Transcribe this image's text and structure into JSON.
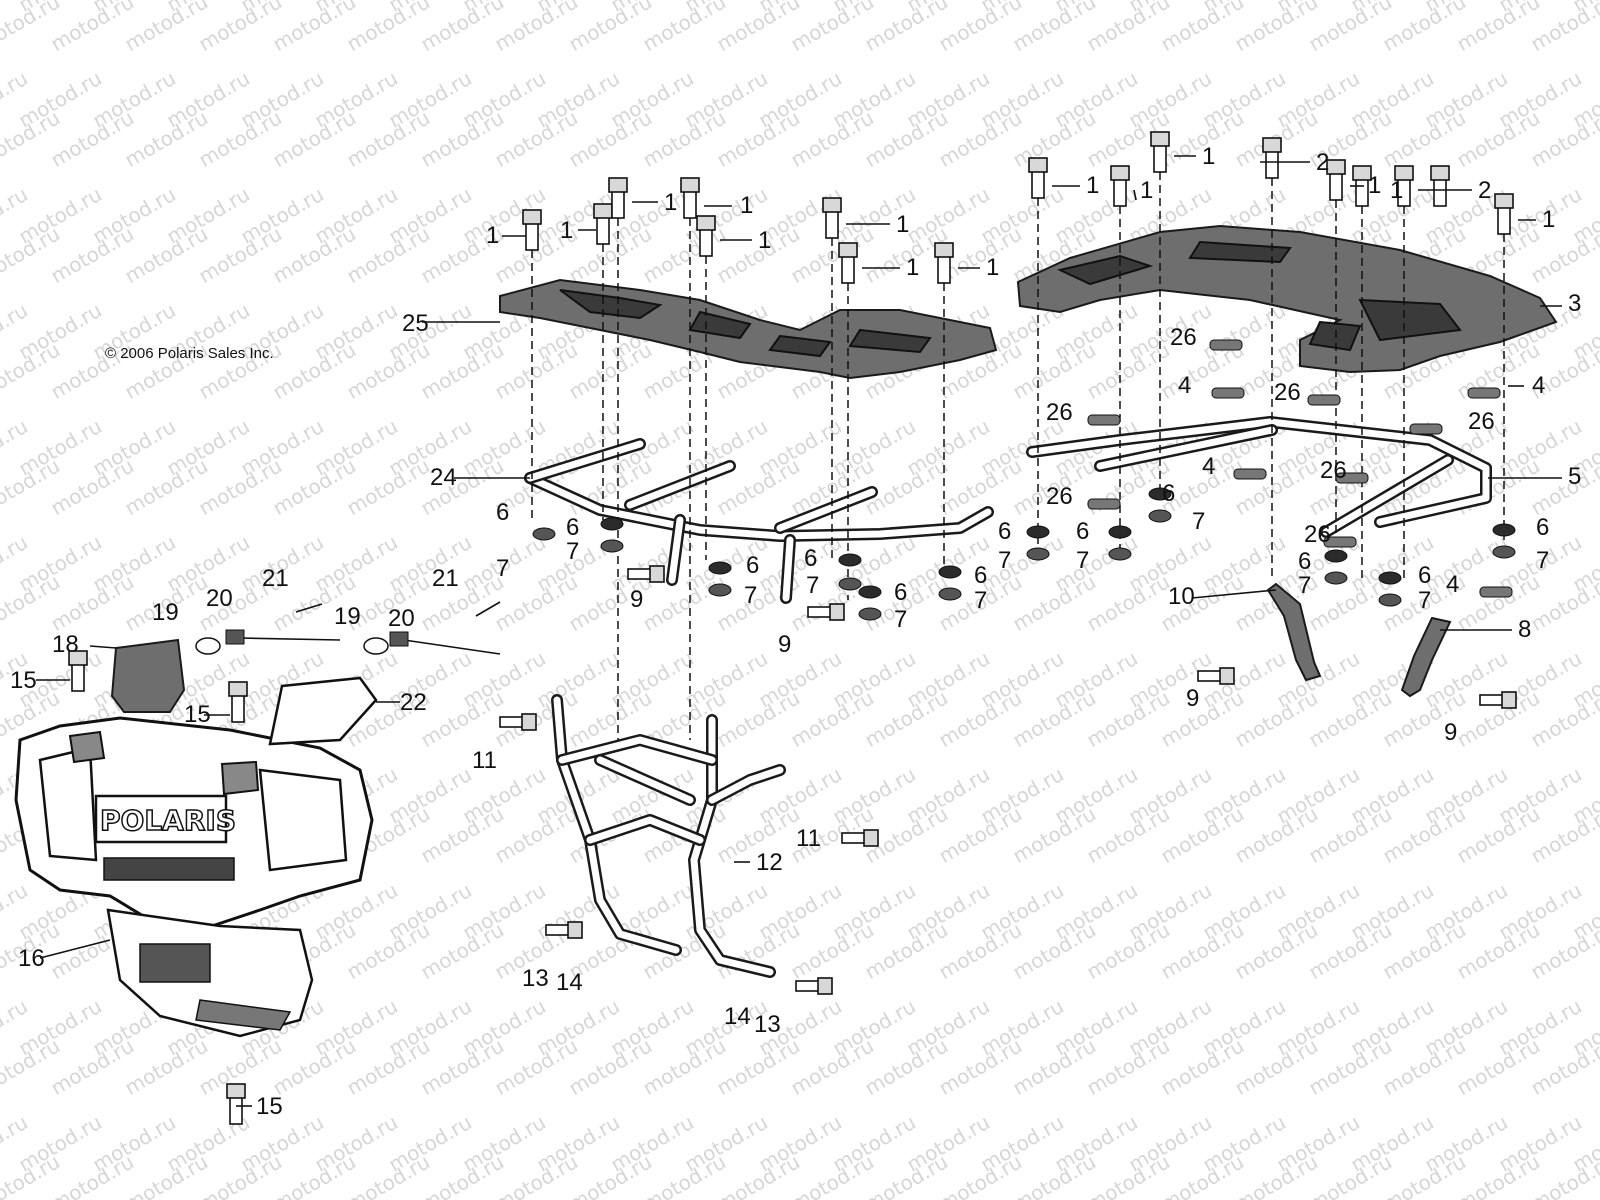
{
  "copyright": "© 2006 Polaris Sales Inc.",
  "watermark": "motod.ru",
  "brand_lettering": "POLARIS",
  "parts": {
    "p1": "1",
    "p2": "2",
    "p3": "3",
    "p4": "4",
    "p5": "5",
    "p6": "6",
    "p7": "7",
    "p8": "8",
    "p9": "9",
    "p10": "10",
    "p11": "11",
    "p12": "12",
    "p13": "13",
    "p14": "14",
    "p15": "15",
    "p16": "16",
    "p18": "18",
    "p19": "19",
    "p20": "20",
    "p21": "21",
    "p22": "22",
    "p24": "24",
    "p25": "25",
    "p26": "26"
  }
}
